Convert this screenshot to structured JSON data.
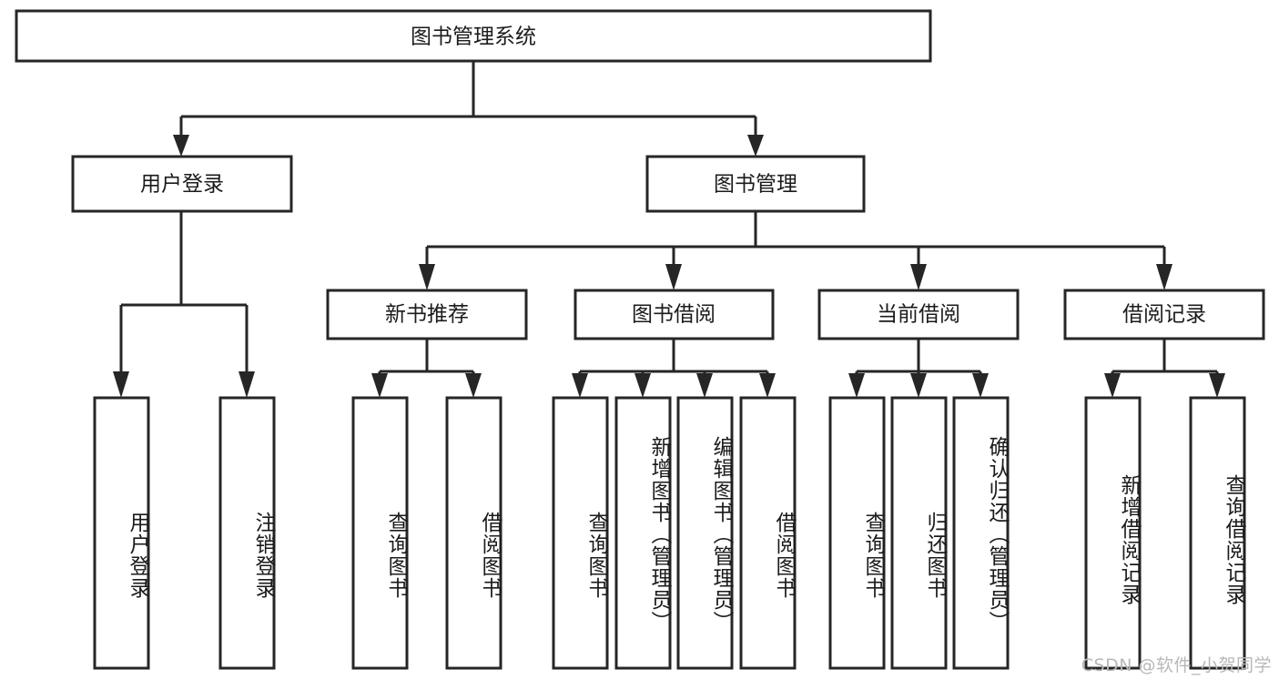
{
  "diagram": {
    "title": "图书管理系统",
    "type": "tree-hierarchy",
    "watermark": "CSDN @软件_小贺同学",
    "colors": {
      "stroke": "#262626",
      "fill": "#ffffff",
      "text": "#1b1b1b",
      "watermark": "#b8b8b8",
      "background": "#ffffff"
    },
    "levels": {
      "level0": {
        "label": "level-0-root"
      },
      "level1": {
        "label": "level-1-modules"
      },
      "level2": {
        "label": "level-2-submodules"
      },
      "level3": {
        "label": "level-3-functions"
      }
    },
    "nodes": {
      "root": {
        "text": "图书管理系统",
        "orientation": "horizontal"
      },
      "user_login": {
        "text": "用户登录",
        "orientation": "horizontal"
      },
      "book_manage": {
        "text": "图书管理",
        "orientation": "horizontal"
      },
      "new_book_rec": {
        "text": "新书推荐",
        "orientation": "horizontal"
      },
      "book_borrow": {
        "text": "图书借阅",
        "orientation": "horizontal"
      },
      "current_borrow": {
        "text": "当前借阅",
        "orientation": "horizontal"
      },
      "borrow_record": {
        "text": "借阅记录",
        "orientation": "horizontal"
      },
      "leaf_user_login": {
        "text": "用户登录",
        "orientation": "vertical"
      },
      "leaf_logout": {
        "text": "注销登录",
        "orientation": "vertical"
      },
      "leaf_query_book_1": {
        "text": "查询图书",
        "orientation": "vertical"
      },
      "leaf_borrow_book_1": {
        "text": "借阅图书",
        "orientation": "vertical"
      },
      "leaf_query_book_2": {
        "text": "查询图书",
        "orientation": "vertical"
      },
      "leaf_add_book_admin": {
        "text": "新增图书（管理员）",
        "orientation": "vertical"
      },
      "leaf_edit_book_admin": {
        "text": "编辑图书（管理员）",
        "orientation": "vertical"
      },
      "leaf_borrow_book_2": {
        "text": "借阅图书",
        "orientation": "vertical"
      },
      "leaf_query_book_3": {
        "text": "查询图书",
        "orientation": "vertical"
      },
      "leaf_return_book": {
        "text": "归还图书",
        "orientation": "vertical"
      },
      "leaf_confirm_return_admin": {
        "text": "确认归还（管理员）",
        "orientation": "vertical"
      },
      "leaf_add_borrow_record": {
        "text": "新增借阅记录",
        "orientation": "vertical"
      },
      "leaf_query_borrow_record": {
        "text": "查询借阅记录",
        "orientation": "vertical"
      }
    },
    "edges": [
      {
        "from": "root",
        "to": "user_login"
      },
      {
        "from": "root",
        "to": "book_manage"
      },
      {
        "from": "book_manage",
        "to": "new_book_rec"
      },
      {
        "from": "book_manage",
        "to": "book_borrow"
      },
      {
        "from": "book_manage",
        "to": "current_borrow"
      },
      {
        "from": "book_manage",
        "to": "borrow_record"
      },
      {
        "from": "user_login",
        "to": "leaf_user_login"
      },
      {
        "from": "user_login",
        "to": "leaf_logout"
      },
      {
        "from": "new_book_rec",
        "to": "leaf_query_book_1"
      },
      {
        "from": "new_book_rec",
        "to": "leaf_borrow_book_1"
      },
      {
        "from": "book_borrow",
        "to": "leaf_query_book_2"
      },
      {
        "from": "book_borrow",
        "to": "leaf_add_book_admin"
      },
      {
        "from": "book_borrow",
        "to": "leaf_edit_book_admin"
      },
      {
        "from": "book_borrow",
        "to": "leaf_borrow_book_2"
      },
      {
        "from": "current_borrow",
        "to": "leaf_query_book_3"
      },
      {
        "from": "current_borrow",
        "to": "leaf_return_book"
      },
      {
        "from": "current_borrow",
        "to": "leaf_confirm_return_admin"
      },
      {
        "from": "borrow_record",
        "to": "leaf_add_borrow_record"
      },
      {
        "from": "borrow_record",
        "to": "leaf_query_borrow_record"
      }
    ]
  }
}
